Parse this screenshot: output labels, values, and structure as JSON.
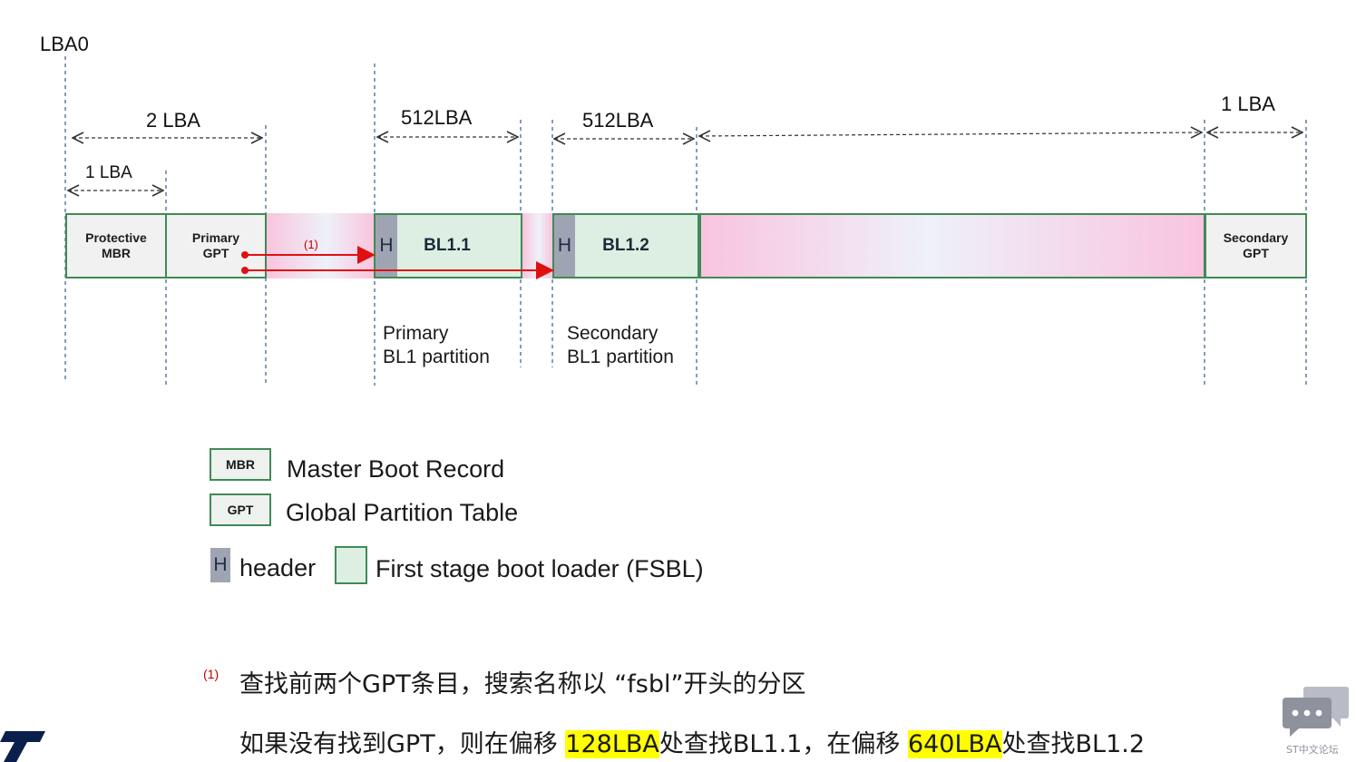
{
  "top_label": "LBA0",
  "dimensions": {
    "two_lba": "2 LBA",
    "one_lba_left": "1 LBA",
    "primary_512": "512LBA",
    "secondary_512": "512LBA",
    "one_lba_right": "1 LBA"
  },
  "blocks": {
    "protective_mbr": [
      "Protective",
      "MBR"
    ],
    "primary_gpt": [
      "Primary",
      "GPT"
    ],
    "secondary_gpt": [
      "Secondary",
      "GPT"
    ],
    "bl11_header": "H",
    "bl11_label": "BL1.1",
    "bl12_header": "H",
    "bl12_label": "BL1.2",
    "arrow_note": "(1)"
  },
  "partition_labels": {
    "primary": [
      "Primary",
      "BL1 partition"
    ],
    "secondary": [
      "Secondary",
      "BL1 partition"
    ]
  },
  "legend": {
    "mbr_box": "MBR",
    "mbr_text": "Master Boot Record",
    "gpt_box": "GPT",
    "gpt_text": "Global Partition Table",
    "header_box": "H",
    "header_text": "header",
    "fsbl_text": "First stage boot loader (FSBL)"
  },
  "notes": {
    "marker": "(1)",
    "line1": "查找前两个GPT条目，搜索名称以 “fsbl”开头的分区",
    "line2_a": "如果没有找到GPT，则在偏移 ",
    "line2_hl1": "128LBA",
    "line2_b": "处查找BL1.1，在偏移 ",
    "line2_hl2": "640LBA",
    "line2_c": "处查找BL1.2"
  },
  "watermark": "ST中文论坛",
  "colors": {
    "border_green": "#3f8a55",
    "fsbl_green": "#dcefe2",
    "header_gray": "#9fa4b3",
    "arrow_red": "#e01010",
    "highlight_yellow": "#ffff00",
    "gradient_pink": "#f9c4de"
  }
}
